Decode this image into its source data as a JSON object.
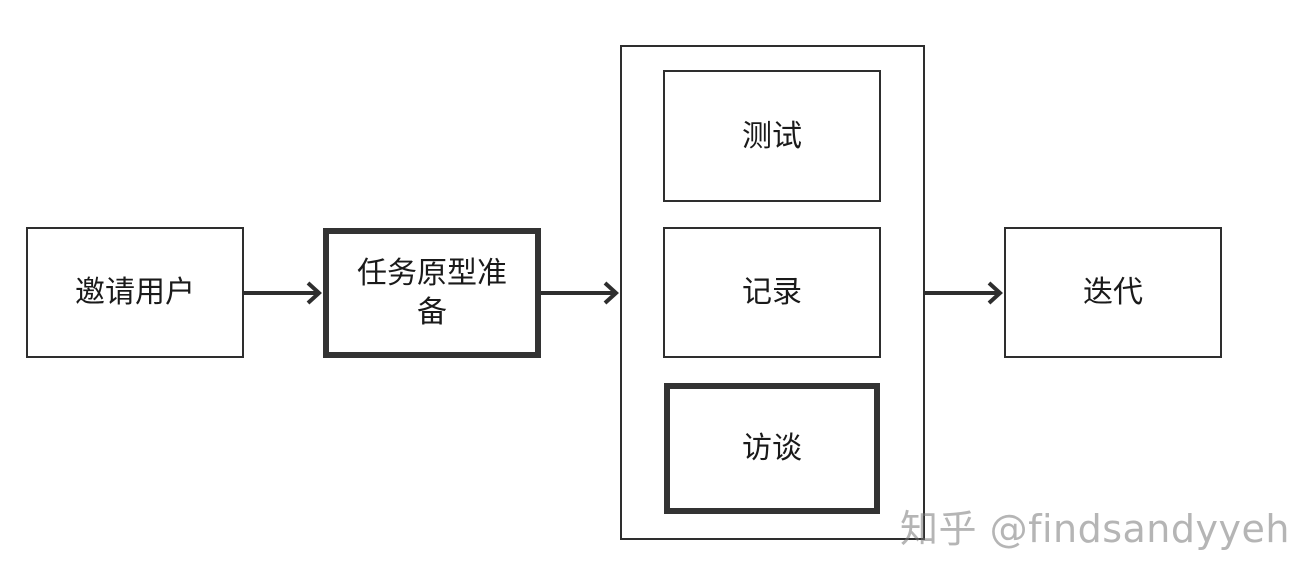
{
  "diagram": {
    "nodes": {
      "invite_users": "邀请用户",
      "task_prototype": "任务原型准备",
      "testing": "测试",
      "recording": "记录",
      "interview": "访谈",
      "iterate": "迭代"
    }
  },
  "watermark": {
    "text": "知乎 @findsandyyeh"
  },
  "colors": {
    "line": "#2e2e2e",
    "background": "#ffffff"
  }
}
